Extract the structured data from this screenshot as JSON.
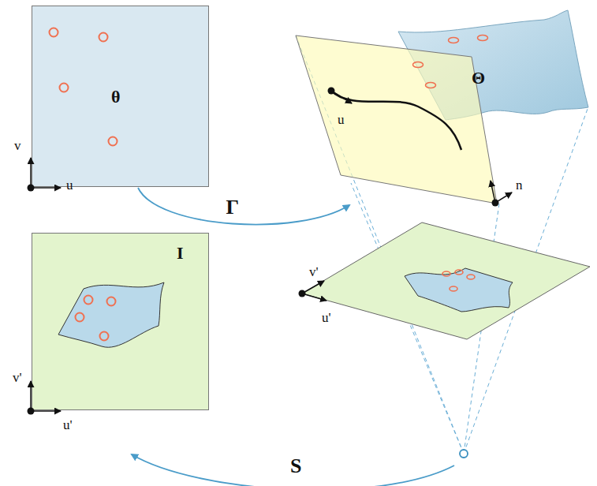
{
  "diagram": {
    "nodes": [
      {
        "text": [
          "θ"
        ]
      },
      {
        "text": [
          "Θ"
        ]
      },
      {
        "text": [
          "I"
        ]
      }
    ],
    "edges": [
      {
        "from": 0,
        "to": 1,
        "arrow": "to",
        "label": "Γ"
      }
    ],
    "labels": [
      "v",
      "u",
      "u",
      "n",
      "v'",
      "u'",
      "v'",
      "u'",
      "S"
    ]
  }
}
